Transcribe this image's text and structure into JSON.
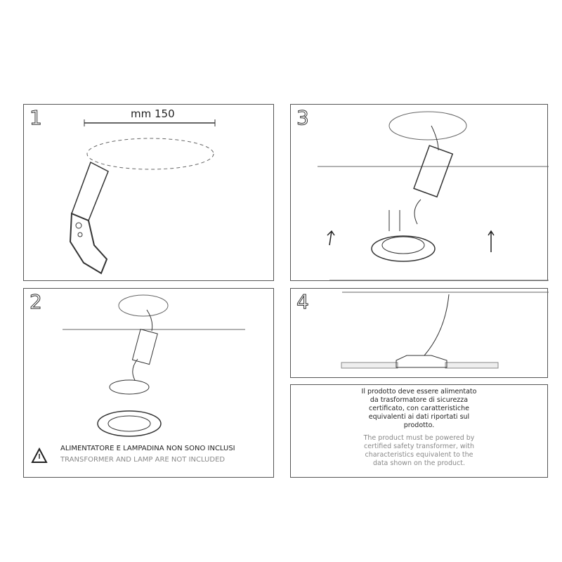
{
  "steps": [
    {
      "number": "1",
      "measure_label": "mm 150"
    },
    {
      "number": "2",
      "warning_it": "ALIMENTATORE E LAMPADINA NON SONO INCLUSI",
      "warning_en": "TRANSFORMER AND LAMP ARE NOT INCLUDED"
    },
    {
      "number": "3"
    },
    {
      "number": "4"
    }
  ],
  "note": {
    "italian": "Il prodotto deve essere alimentato da trasformatore di sicurezza certificato, con caratteristiche equivalenti ai dati riportati sul prodotto.",
    "english": "The product must be powered by certified safety transformer, with characteristics equivalent to the data shown on the product."
  },
  "colors": {
    "line": "#333333",
    "note_en": "#888888"
  }
}
